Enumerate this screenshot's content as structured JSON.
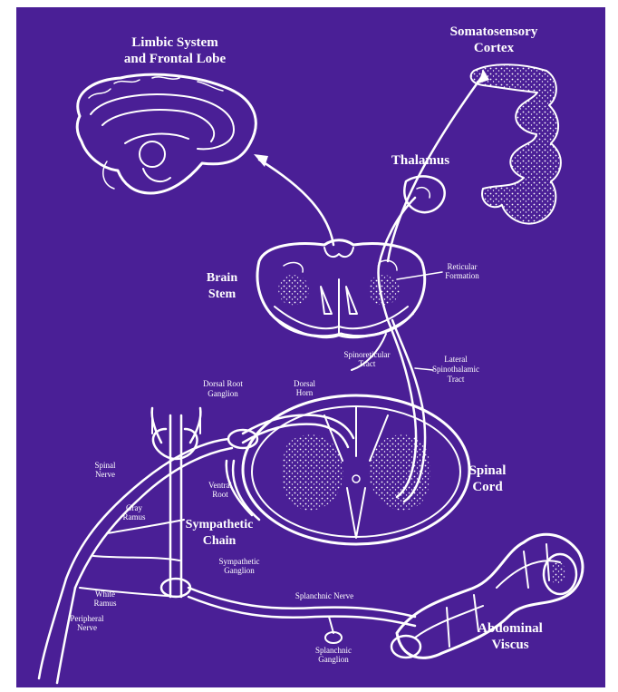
{
  "labels": {
    "limbic_1": "Limbic System",
    "limbic_2": "and Frontal Lobe",
    "somato_1": "Somatosensory",
    "somato_2": "Cortex",
    "thalamus": "Thalamus",
    "brain_1": "Brain",
    "brain_2": "Stem",
    "reticular_1": "Reticular",
    "reticular_2": "Formation",
    "spinoreticular_1": "Spinoreticular",
    "spinoreticular_2": "Tract",
    "lateral_1": "Lateral",
    "lateral_2": "Spinothalamic",
    "lateral_3": "Tract",
    "drg_1": "Dorsal Root",
    "drg_2": "Ganglion",
    "dorsal_horn_1": "Dorsal",
    "dorsal_horn_2": "Horn",
    "spinal_nerve_1": "Spinal",
    "spinal_nerve_2": "Nerve",
    "spinal_cord_1": "Spinal",
    "spinal_cord_2": "Cord",
    "ventral_root_1": "Ventral",
    "ventral_root_2": "Root",
    "gray_ramus_1": "Gray",
    "gray_ramus_2": "Ramus",
    "symp_chain_1": "Sympathetic",
    "symp_chain_2": "Chain",
    "symp_ganglion_1": "Sympathetic",
    "symp_ganglion_2": "Ganglion",
    "splanchnic_nerve": "Splanchnic Nerve",
    "white_ramus_1": "White",
    "white_ramus_2": "Ramus",
    "peripheral_1": "Peripheral",
    "peripheral_2": "Nerve",
    "splanchnic_ganglion_1": "Splanchnic",
    "splanchnic_ganglion_2": "Ganglion",
    "abdominal_1": "Abdominal",
    "abdominal_2": "Viscus"
  },
  "colors": {
    "background": "#4a1f96",
    "ink": "#ffffff",
    "page": "#ffffff"
  }
}
